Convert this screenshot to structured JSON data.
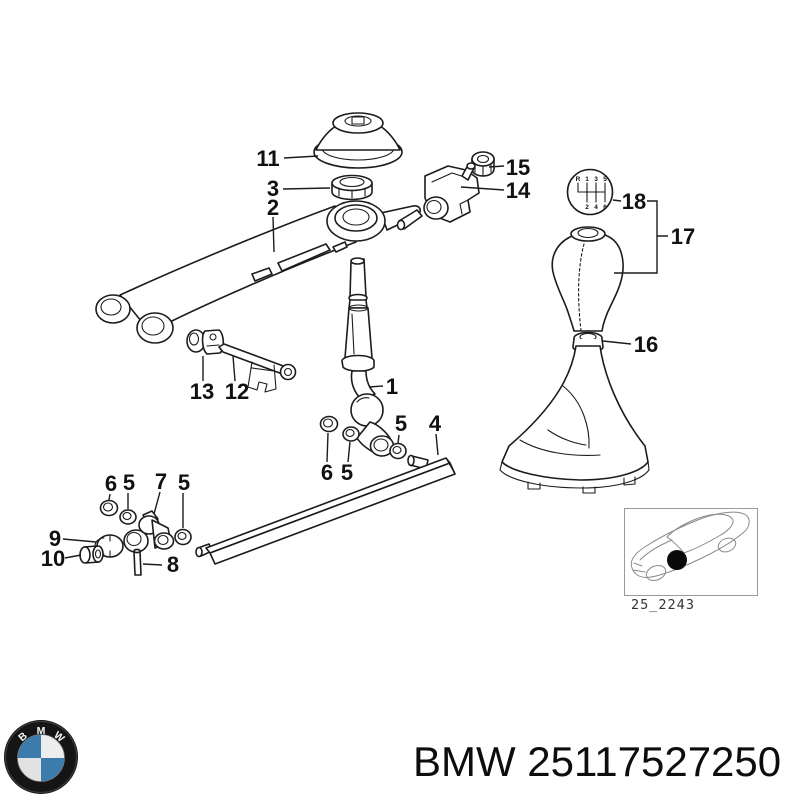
{
  "diagram": {
    "callouts": {
      "c1": "1",
      "c2": "2",
      "c3": "3",
      "c4": "4",
      "c5": "5",
      "c6": "6",
      "c7": "7",
      "c8": "8",
      "c9": "9",
      "c10": "10",
      "c11": "11",
      "c12": "12",
      "c13": "13",
      "c14": "14",
      "c15": "15",
      "c16": "16",
      "c17": "17",
      "c18": "18"
    },
    "emblem_top": [
      "R",
      "1",
      "3",
      "5"
    ],
    "emblem_bottom": [
      "2",
      "4",
      "6"
    ],
    "thumbnail_caption": "25_2243"
  },
  "footer": {
    "part_number_text": "BMW 25117527250",
    "logo_letters": [
      "B",
      "M",
      "W"
    ]
  },
  "colors": {
    "line": "#1c1c1c",
    "logo_blue": "#3b7cad",
    "location_dot": "#0a0a0a"
  }
}
